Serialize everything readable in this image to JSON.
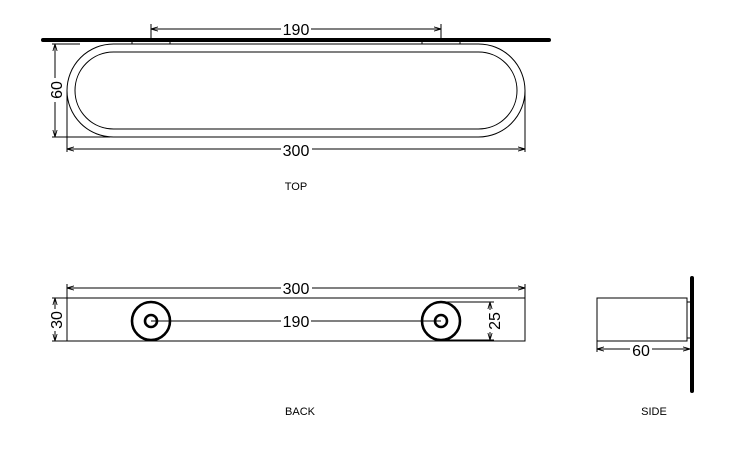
{
  "views": {
    "top": {
      "label": "TOP",
      "dim_width": "300",
      "dim_depth": "60",
      "dim_mount": "190"
    },
    "back": {
      "label": "BACK",
      "dim_width": "300",
      "dim_height": "30",
      "dim_mount": "190",
      "dim_rosette": "25"
    },
    "side": {
      "label": "SIDE",
      "dim_depth": "60"
    }
  }
}
